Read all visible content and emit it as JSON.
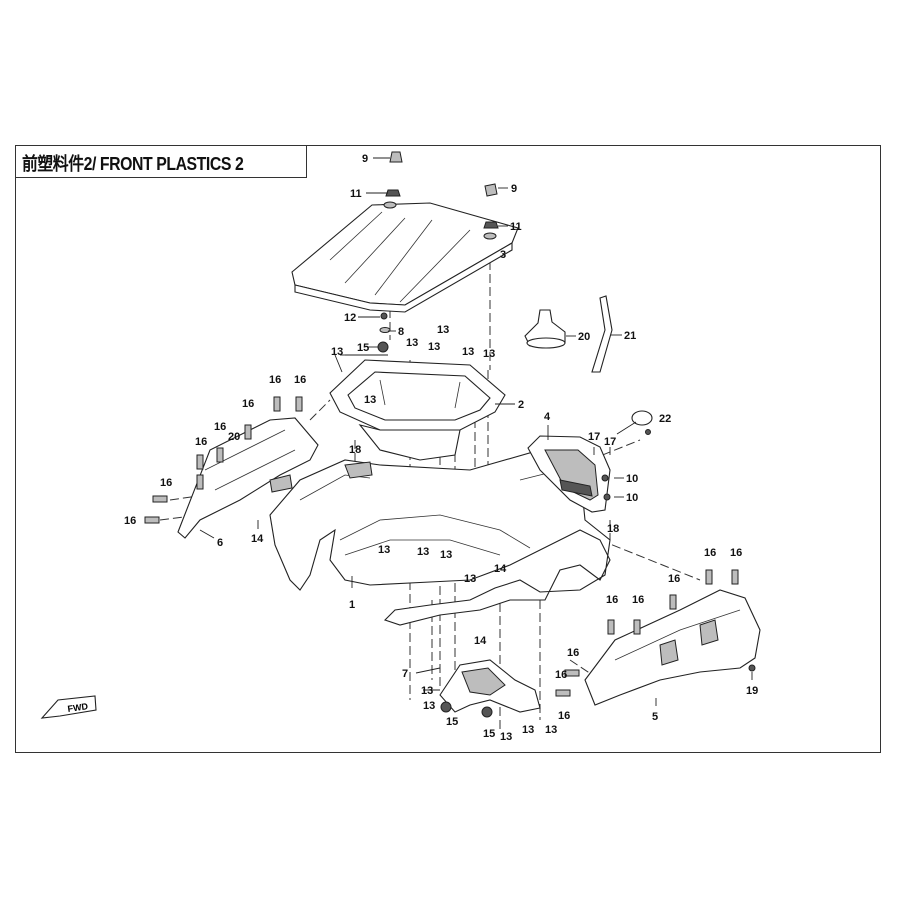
{
  "title": "前塑料件2/ FRONT PLASTICS 2",
  "fwd_label": "FWD",
  "callouts": [
    {
      "id": "c9a",
      "label": "9"
    },
    {
      "id": "c11a",
      "label": "11"
    },
    {
      "id": "c9b",
      "label": "9"
    },
    {
      "id": "c11b",
      "label": "11"
    },
    {
      "id": "c3",
      "label": "3"
    },
    {
      "id": "c12",
      "label": "12"
    },
    {
      "id": "c8",
      "label": "8"
    },
    {
      "id": "c13a",
      "label": "13"
    },
    {
      "id": "c20a",
      "label": "20"
    },
    {
      "id": "c21",
      "label": "21"
    },
    {
      "id": "c15a",
      "label": "15"
    },
    {
      "id": "c13b",
      "label": "13"
    },
    {
      "id": "c13c",
      "label": "13"
    },
    {
      "id": "c13d",
      "label": "13"
    },
    {
      "id": "c13e",
      "label": "13"
    },
    {
      "id": "c13f",
      "label": "13"
    },
    {
      "id": "c2",
      "label": "2"
    },
    {
      "id": "c13g",
      "label": "13"
    },
    {
      "id": "c16a",
      "label": "16"
    },
    {
      "id": "c16b",
      "label": "16"
    },
    {
      "id": "c16c",
      "label": "16"
    },
    {
      "id": "c16d",
      "label": "16"
    },
    {
      "id": "c20b",
      "label": "20"
    },
    {
      "id": "c16e",
      "label": "16"
    },
    {
      "id": "c4",
      "label": "4"
    },
    {
      "id": "c22",
      "label": "22"
    },
    {
      "id": "c17a",
      "label": "17"
    },
    {
      "id": "c17b",
      "label": "17"
    },
    {
      "id": "c18a",
      "label": "18"
    },
    {
      "id": "c10a",
      "label": "10"
    },
    {
      "id": "c10b",
      "label": "10"
    },
    {
      "id": "c16f",
      "label": "16"
    },
    {
      "id": "c16g",
      "label": "16"
    },
    {
      "id": "c6",
      "label": "6"
    },
    {
      "id": "c14a",
      "label": "14"
    },
    {
      "id": "c13h",
      "label": "13"
    },
    {
      "id": "c13i",
      "label": "13"
    },
    {
      "id": "c13j",
      "label": "13"
    },
    {
      "id": "c18b",
      "label": "18"
    },
    {
      "id": "c14b",
      "label": "14"
    },
    {
      "id": "c13k",
      "label": "13"
    },
    {
      "id": "c1",
      "label": "1"
    },
    {
      "id": "c16h",
      "label": "16"
    },
    {
      "id": "c16i",
      "label": "16"
    },
    {
      "id": "c16j",
      "label": "16"
    },
    {
      "id": "c16k",
      "label": "16"
    },
    {
      "id": "c16l",
      "label": "16"
    },
    {
      "id": "c14c",
      "label": "14"
    },
    {
      "id": "c16m",
      "label": "16"
    },
    {
      "id": "c7",
      "label": "7"
    },
    {
      "id": "c16n",
      "label": "16"
    },
    {
      "id": "c13l",
      "label": "13"
    },
    {
      "id": "c19",
      "label": "19"
    },
    {
      "id": "c13m",
      "label": "13"
    },
    {
      "id": "c16o",
      "label": "16"
    },
    {
      "id": "c5",
      "label": "5"
    },
    {
      "id": "c15b",
      "label": "15"
    },
    {
      "id": "c15c",
      "label": "15"
    },
    {
      "id": "c13n",
      "label": "13"
    },
    {
      "id": "c13o",
      "label": "13"
    },
    {
      "id": "c13p",
      "label": "13"
    }
  ]
}
